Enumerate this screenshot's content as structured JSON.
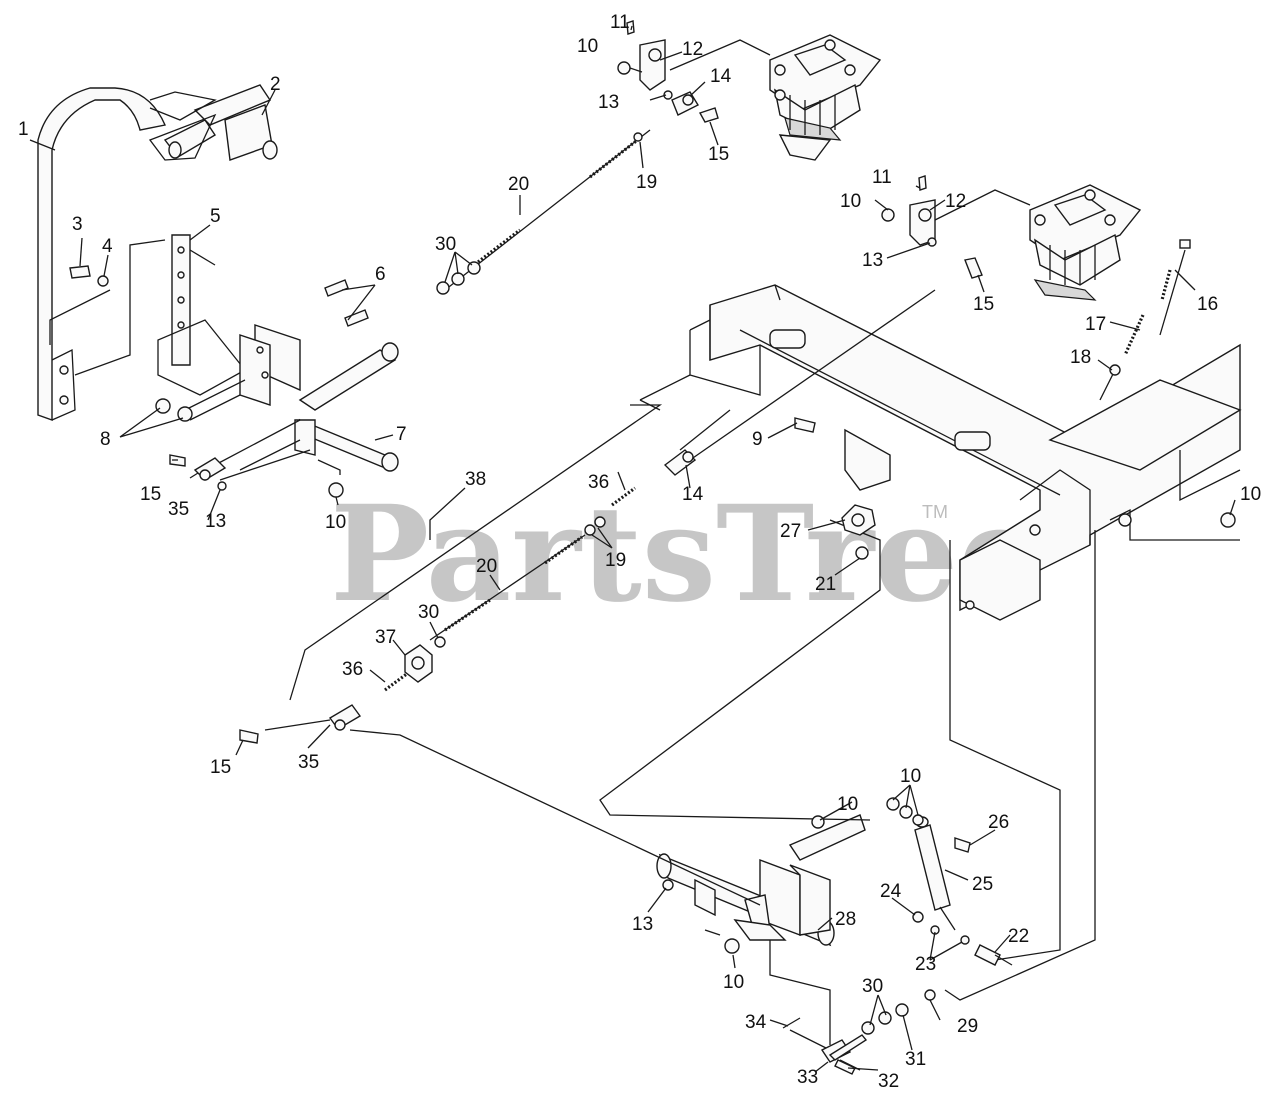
{
  "watermark": {
    "text": "PartsTree",
    "trademark": "TM"
  },
  "callouts": [
    {
      "id": "c1",
      "text": "1"
    },
    {
      "id": "c2",
      "text": "2"
    },
    {
      "id": "c3",
      "text": "3"
    },
    {
      "id": "c4",
      "text": "4"
    },
    {
      "id": "c5",
      "text": "5"
    },
    {
      "id": "c6",
      "text": "6"
    },
    {
      "id": "c7",
      "text": "7"
    },
    {
      "id": "c8",
      "text": "8"
    },
    {
      "id": "c9",
      "text": "9"
    },
    {
      "id": "c10a",
      "text": "10"
    },
    {
      "id": "c10b",
      "text": "10"
    },
    {
      "id": "c10c",
      "text": "10"
    },
    {
      "id": "c10d",
      "text": "10"
    },
    {
      "id": "c10e",
      "text": "10"
    },
    {
      "id": "c10f",
      "text": "10"
    },
    {
      "id": "c10g",
      "text": "10"
    },
    {
      "id": "c11a",
      "text": "11"
    },
    {
      "id": "c11b",
      "text": "11"
    },
    {
      "id": "c12a",
      "text": "12"
    },
    {
      "id": "c12b",
      "text": "12"
    },
    {
      "id": "c13a",
      "text": "13"
    },
    {
      "id": "c13b",
      "text": "13"
    },
    {
      "id": "c13c",
      "text": "13"
    },
    {
      "id": "c13d",
      "text": "13"
    },
    {
      "id": "c14a",
      "text": "14"
    },
    {
      "id": "c14b",
      "text": "14"
    },
    {
      "id": "c15a",
      "text": "15"
    },
    {
      "id": "c15b",
      "text": "15"
    },
    {
      "id": "c15c",
      "text": "15"
    },
    {
      "id": "c15d",
      "text": "15"
    },
    {
      "id": "c16",
      "text": "16"
    },
    {
      "id": "c17",
      "text": "17"
    },
    {
      "id": "c18",
      "text": "18"
    },
    {
      "id": "c19a",
      "text": "19"
    },
    {
      "id": "c19b",
      "text": "19"
    },
    {
      "id": "c20a",
      "text": "20"
    },
    {
      "id": "c20b",
      "text": "20"
    },
    {
      "id": "c21",
      "text": "21"
    },
    {
      "id": "c22",
      "text": "22"
    },
    {
      "id": "c23",
      "text": "23"
    },
    {
      "id": "c24",
      "text": "24"
    },
    {
      "id": "c25",
      "text": "25"
    },
    {
      "id": "c26",
      "text": "26"
    },
    {
      "id": "c27",
      "text": "27"
    },
    {
      "id": "c28",
      "text": "28"
    },
    {
      "id": "c29",
      "text": "29"
    },
    {
      "id": "c30a",
      "text": "30"
    },
    {
      "id": "c30b",
      "text": "30"
    },
    {
      "id": "c30c",
      "text": "30"
    },
    {
      "id": "c31",
      "text": "31"
    },
    {
      "id": "c32",
      "text": "32"
    },
    {
      "id": "c33",
      "text": "33"
    },
    {
      "id": "c34",
      "text": "34"
    },
    {
      "id": "c35a",
      "text": "35"
    },
    {
      "id": "c35b",
      "text": "35"
    },
    {
      "id": "c36a",
      "text": "36"
    },
    {
      "id": "c36b",
      "text": "36"
    },
    {
      "id": "c37",
      "text": "37"
    },
    {
      "id": "c38",
      "text": "38"
    }
  ]
}
